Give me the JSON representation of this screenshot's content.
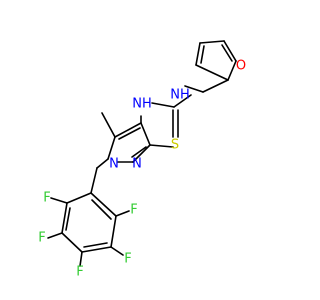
{
  "molecule": {
    "atoms": {
      "fluorine_ortho_left": "F",
      "fluorine_ortho_right": "F",
      "fluorine_meta_left": "F",
      "fluorine_meta_right": "F",
      "fluorine_para": "F",
      "pyrazole_n1": "N",
      "pyrazole_n2": "N",
      "amine_nh_left": "NH",
      "amine_nh_right": "NH",
      "thio_sulfur": "S",
      "furan_oxygen": "O"
    },
    "colors": {
      "bond": "#000000",
      "nitrogen": "#0000ff",
      "fluorine": "#33cc33",
      "sulfur": "#cccc00",
      "oxygen": "#ff0000"
    }
  }
}
